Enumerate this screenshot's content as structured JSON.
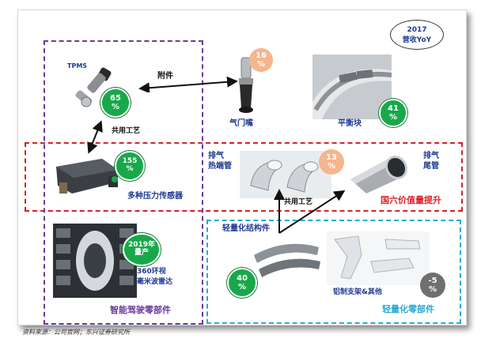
{
  "legend": {
    "year": "2017",
    "label": "营收YoY"
  },
  "products": {
    "tpms": {
      "label": "TPMS",
      "yoy": "65",
      "unit": "%"
    },
    "valve": {
      "label": "气门嘴",
      "yoy": "16",
      "unit": "%"
    },
    "balance": {
      "label": "平衡块",
      "yoy": "41",
      "unit": "%"
    },
    "sensor": {
      "label": "多种压力传感器",
      "yoy": "155",
      "unit": "%"
    },
    "exhaust_end": {
      "label_line1": "排气",
      "label_line2": "热端管"
    },
    "exhaust_tail": {
      "label_line1": "排气",
      "label_line2": "尾管",
      "yoy": "13",
      "unit": "%"
    },
    "lightweight_struct": {
      "label": "轻量化结构件",
      "yoy": "40",
      "unit": "%"
    },
    "aluminum": {
      "label": "铝制支架&其他",
      "yoy": "-5",
      "unit": "%"
    },
    "radar": {
      "label_line1": "360环视",
      "label_line2": "毫米波雷达",
      "badge_line1": "2019年",
      "badge_line2": "量产"
    }
  },
  "connectors": {
    "accessory": "附件",
    "shared_process_1": "共用工艺",
    "shared_process_2": "共用工艺"
  },
  "groups": {
    "smart_driving": "智能驾驶零部件",
    "national_six": "国六价值量提升",
    "lightweight": "轻量化零部件"
  },
  "source": "资料来源：公司官网；东兴证券研究所",
  "colors": {
    "purple": "#6a3a9a",
    "red": "#d2232a",
    "cyan": "#29a9d8",
    "green": "#18a84a",
    "orange": "#f6b58c",
    "gray": "#6f6f6f"
  }
}
